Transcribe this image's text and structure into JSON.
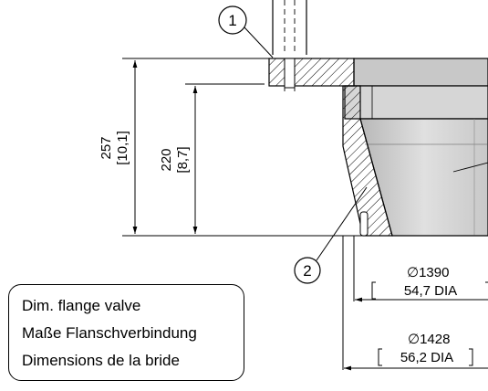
{
  "callouts": [
    "1",
    "2"
  ],
  "dimensions": {
    "overall_height": {
      "mm": "257",
      "inch": "[10,1]"
    },
    "inner_height": {
      "mm": "220",
      "inch": "[8,7]"
    },
    "diameter_inner": {
      "symbol": "∅",
      "mm": "1390",
      "inch": "54,7 DIA"
    },
    "diameter_outer": {
      "symbol": "∅",
      "mm": "1428",
      "inch": "56,2 DIA"
    }
  },
  "note": {
    "lines": [
      "Dim. flange valve",
      "Maße Flanschverbindung",
      "Dimensions de la bride"
    ]
  }
}
